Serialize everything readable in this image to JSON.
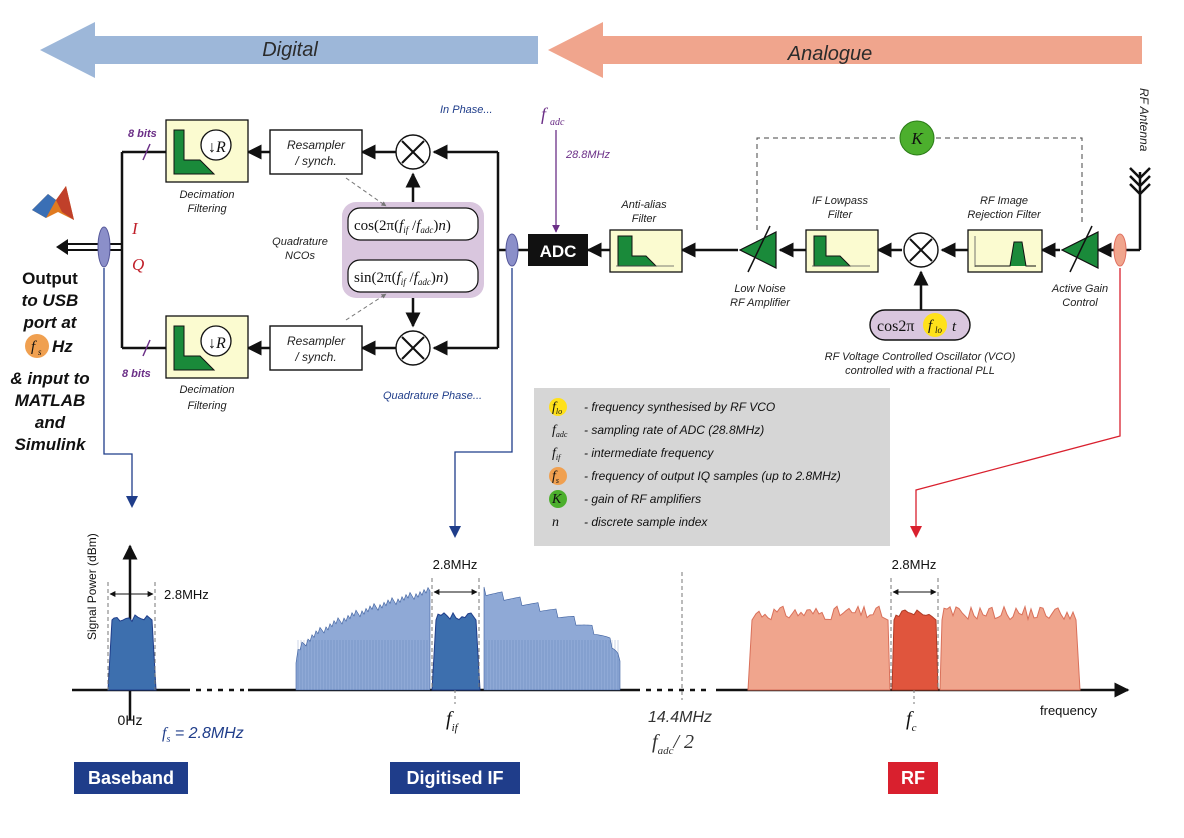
{
  "banners": {
    "digital": "Digital",
    "analogue": "Analogue"
  },
  "colors": {
    "digital": "#9db7d9",
    "analogue": "#f0a58d",
    "filter_bg": "#fbfbd0",
    "filter_shape": "#1a8a3a",
    "nco_bg": "#d9c6de",
    "legend_bg": "#d6d6d6",
    "baseband_tag": "#1f3d8a",
    "rf_tag": "#d9202e"
  },
  "antenna": "RF Antenna",
  "rf_chain": {
    "agc": [
      "Active Gain",
      "Control"
    ],
    "image_filter": [
      "RF Image",
      "Rejection Filter"
    ],
    "if_filter": [
      "IF Lowpass",
      "Filter"
    ],
    "lna": [
      "Low Noise",
      "RF Amplifier"
    ],
    "antialias": [
      "Anti-alias",
      "Filter"
    ],
    "adc": "ADC",
    "vco_caption": [
      "RF Voltage Controlled Oscillator (VCO)",
      "controlled with a fractional PLL"
    ],
    "vco_formula": {
      "cos": "cos2π",
      "var": "f",
      "sub": "lo",
      "t": "t"
    },
    "gain": "K"
  },
  "adc_rate": {
    "symbol": "f",
    "sub": "adc",
    "value": "28.8MHz"
  },
  "dsp": {
    "in_phase": "In Phase...",
    "quad_phase": "Quadrature Phase...",
    "resampler": [
      "Resampler",
      "/ synch."
    ],
    "nco_label": [
      "Quadrature",
      "NCOs"
    ],
    "nco_cos": "cos",
    "nco_sin": "sin",
    "decimation": [
      "Decimation",
      "Filtering"
    ],
    "bits_top": "8 bits",
    "bits_bottom": "8 bits",
    "decim_symbol": "R",
    "i_label": "I",
    "q_label": "Q"
  },
  "output": {
    "line1": "Output",
    "line2": "to USB",
    "line3": "port at",
    "fs_symbol": "f",
    "fs_sub": "s",
    "hz": "Hz",
    "line5": "& input to",
    "line6": "MATLAB",
    "line7": "and",
    "line8": "Simulink"
  },
  "legend": [
    {
      "badge": "flo",
      "sym": "f",
      "sub": "lo",
      "text": "- frequency synthesised by RF VCO"
    },
    {
      "badge": "none",
      "sym": "f",
      "sub": "adc",
      "text": "- sampling rate of ADC (28.8MHz)"
    },
    {
      "badge": "none",
      "sym": "f",
      "sub": "if",
      "text": "- intermediate frequency"
    },
    {
      "badge": "fs",
      "sym": "f",
      "sub": "s",
      "text": "- frequency of output IQ samples (up to 2.8MHz)"
    },
    {
      "badge": "k",
      "sym": "K",
      "sub": "",
      "text": "- gain of RF amplifiers"
    },
    {
      "badge": "none",
      "sym": "n",
      "sub": "",
      "text": "- discrete sample index"
    }
  ],
  "spectrum": {
    "ylabel": "Signal Power (dBm)",
    "xlabel": "frequency",
    "bw_baseband": "2.8MHz",
    "bw_if": "2.8MHz",
    "bw_rf": "2.8MHz",
    "zero": "0Hz",
    "fs_eq": {
      "sym": "f",
      "sub": "s",
      "rest": "= 2.8MHz"
    },
    "fif": {
      "sym": "f",
      "sub": "if"
    },
    "half": "14.4MHz",
    "fadc_half": {
      "sym": "f",
      "sub": "adc",
      "rest": "/ 2"
    },
    "fc": {
      "sym": "f",
      "sub": "c"
    }
  },
  "tags": {
    "baseband": "Baseband",
    "if": "Digitised IF",
    "rf": "RF"
  }
}
